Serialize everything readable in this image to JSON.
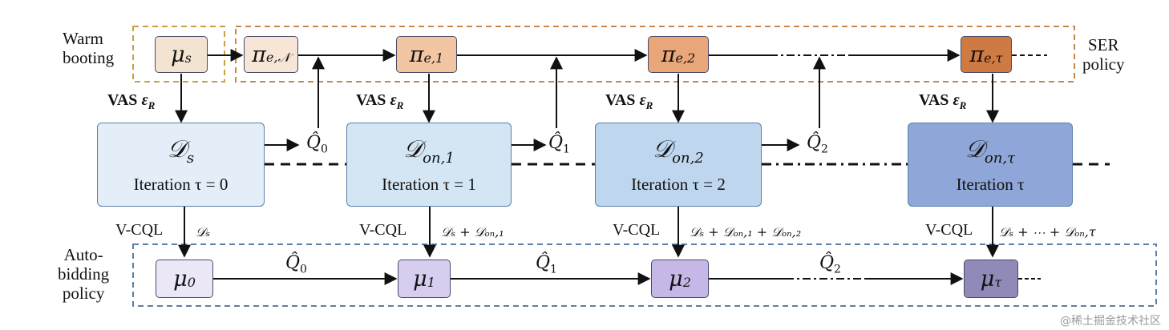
{
  "labels": {
    "warm_booting": [
      "Warm",
      "booting"
    ],
    "ser_policy": [
      "SER",
      "policy"
    ],
    "auto_bidding_policy": [
      "Auto-",
      "bidding",
      "policy"
    ]
  },
  "vas_label": "VAS",
  "vas_symbol": "ε",
  "vas_sub": "R",
  "top_nodes": [
    {
      "base": "μ",
      "sub": "s",
      "color": "#f3e4d2"
    },
    {
      "base": "π",
      "sub": "e,𝒩",
      "color": "#f7e6d6"
    },
    {
      "base": "π",
      "sub": "e,1",
      "color": "#f2c6a3"
    },
    {
      "base": "π",
      "sub": "e,2",
      "color": "#e9a779"
    },
    {
      "base": "π",
      "sub": "e,τ",
      "color": "#cf7a42"
    }
  ],
  "iterations": [
    {
      "name_base": "𝒟",
      "name_sub": "s",
      "label": "Iteration τ = 0",
      "color": "#e3eef8"
    },
    {
      "name_base": "𝒟",
      "name_sub": "on,1",
      "label": "Iteration τ = 1",
      "color": "#d4e5f3"
    },
    {
      "name_base": "𝒟",
      "name_sub": "on,2",
      "label": "Iteration τ = 2",
      "color": "#bed6ee"
    },
    {
      "name_base": "𝒟",
      "name_sub": "on,τ",
      "label": "Iteration τ",
      "color": "#8fa7d8"
    }
  ],
  "q_estimates": [
    {
      "base": "Q̂",
      "sub": "0"
    },
    {
      "base": "Q̂",
      "sub": "1"
    },
    {
      "base": "Q̂",
      "sub": "2"
    }
  ],
  "vcql_label": "V-CQL",
  "dataset_sums": [
    "𝒟ₛ",
    "𝒟ₛ + 𝒟ₒₙ,₁",
    "𝒟ₛ + 𝒟ₒₙ,₁ + 𝒟ₒₙ,₂",
    "𝒟ₛ + ⋯ + 𝒟ₒₙ,τ"
  ],
  "bottom_nodes": [
    {
      "base": "μ",
      "sub": "0",
      "color": "#ebe7f6"
    },
    {
      "base": "μ",
      "sub": "1",
      "color": "#d7cdef"
    },
    {
      "base": "μ",
      "sub": "2",
      "color": "#c5b8e6"
    },
    {
      "base": "μ",
      "sub": "τ",
      "color": "#8f8ab8"
    }
  ],
  "bottom_q": [
    {
      "base": "Q̂",
      "sub": "0"
    },
    {
      "base": "Q̂",
      "sub": "1"
    },
    {
      "base": "Q̂",
      "sub": "2"
    }
  ],
  "watermark": "@稀土掘金技术社区"
}
